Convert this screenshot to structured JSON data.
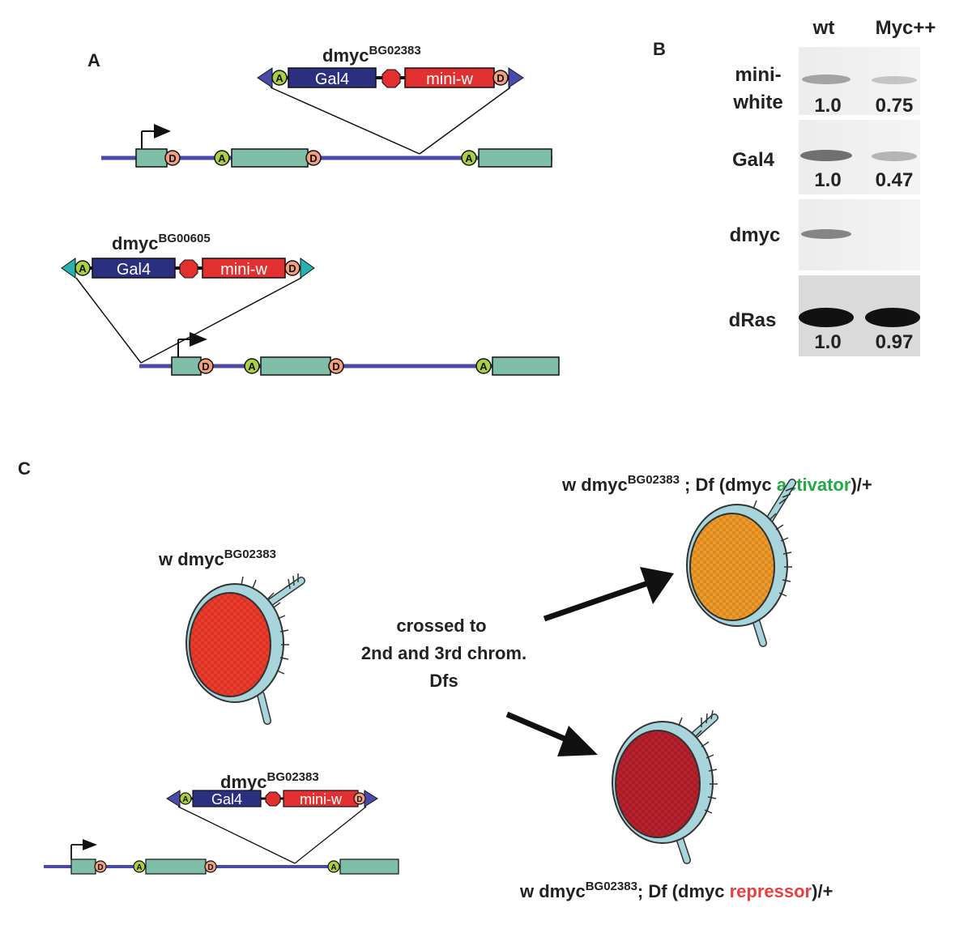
{
  "panels": {
    "a": "A",
    "b": "B",
    "c": "C"
  },
  "constructs": {
    "top": {
      "name": "dmyc",
      "allele": "BG02383"
    },
    "bottom": {
      "name": "dmyc",
      "allele": "BG00605"
    },
    "c_small": {
      "name": "dmyc",
      "allele": "BG02383"
    }
  },
  "element_labels": {
    "gal4": "Gal4",
    "miniw": "mini-w",
    "acceptor": "A",
    "donor": "D"
  },
  "blot": {
    "columns": [
      "wt",
      "Myc++"
    ],
    "rows": [
      {
        "label_line1": "mini-",
        "label_line2": "white",
        "values": [
          "1.0",
          "0.75"
        ]
      },
      {
        "label_line1": "Gal4",
        "label_line2": "",
        "values": [
          "1.0",
          "0.47"
        ]
      },
      {
        "label_line1": "dmyc",
        "label_line2": "",
        "values": [
          "",
          ""
        ]
      },
      {
        "label_line1": "dRas",
        "label_line2": "",
        "values": [
          "1.0",
          "0.97"
        ]
      }
    ]
  },
  "panel_c": {
    "parent_label": {
      "prefix": "w dmyc",
      "sup": "BG02383"
    },
    "cross_text": [
      "crossed to",
      "2nd and 3rd chrom.",
      "Dfs"
    ],
    "activator_label": {
      "prefix": "w dmyc",
      "sup": "BG02383",
      "mid": " ; Df (dmyc ",
      "word": "activator",
      "suffix": ")/+"
    },
    "repressor_label": {
      "prefix": "w dmyc",
      "sup": "BG02383",
      "mid": "; Df (dmyc ",
      "word": "repressor",
      "suffix": ")/+"
    }
  },
  "colors": {
    "gene_line": "#4a4aa8",
    "exon": "#7fbfa8",
    "gal4": "#2b2f80",
    "miniw": "#e23030",
    "terminal": "#4a4aa8",
    "terminal_alt": "#2ab0b0",
    "acceptor": "#a8d040",
    "donor": "#f0a080",
    "activator": "#22aa44",
    "repressor": "#e84040",
    "eye_red": "#ee3a2a",
    "eye_orange": "#f09a28",
    "eye_darkred": "#b8202e",
    "eye_ring": "#a8d4dc"
  }
}
